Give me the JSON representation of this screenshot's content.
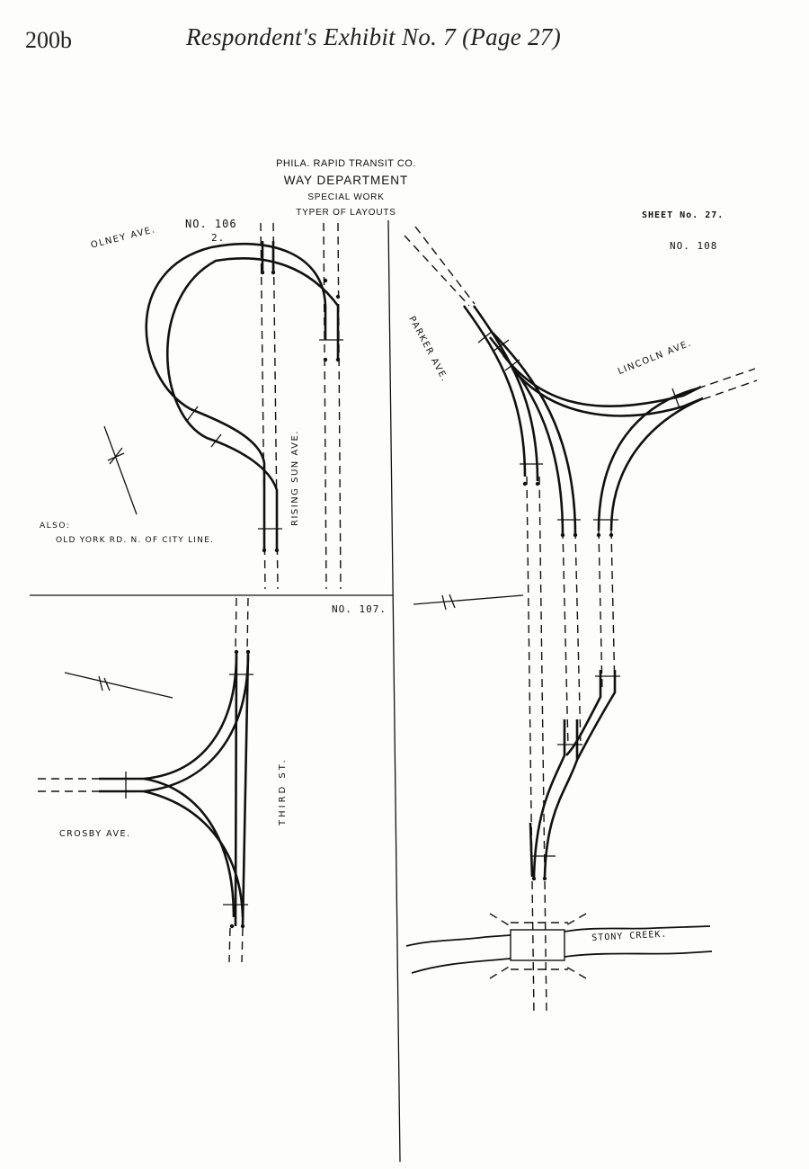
{
  "page": {
    "number": "200b",
    "title": "Respondent's Exhibit No. 7 (Page 27)"
  },
  "header": {
    "company": "PHILA. RAPID TRANSIT CO.",
    "department": "WAY DEPARTMENT",
    "line3": "SPECIAL WORK",
    "line4": "TYPER OF LAYOUTS"
  },
  "sheet": {
    "sheet_label": "SHEET No. 27.",
    "layout_108": "NO. 108"
  },
  "layout_106": {
    "number": "NO. 106",
    "denominator": "2.",
    "olney": "OLNEY AVE.",
    "rising_sun": "RISING SUN AVE.",
    "also": "ALSO:",
    "old_york": "OLD YORK RD. N. OF CITY LINE."
  },
  "layout_107": {
    "number": "NO. 107.",
    "third": "THIRD ST.",
    "crosby": "CROSBY AVE."
  },
  "layout_108": {
    "parker": "PARKER AVE.",
    "lincoln": "LINCOLN AVE.",
    "stony": "STONY CREEK."
  },
  "icons": [
    "north-arrow-icon"
  ]
}
